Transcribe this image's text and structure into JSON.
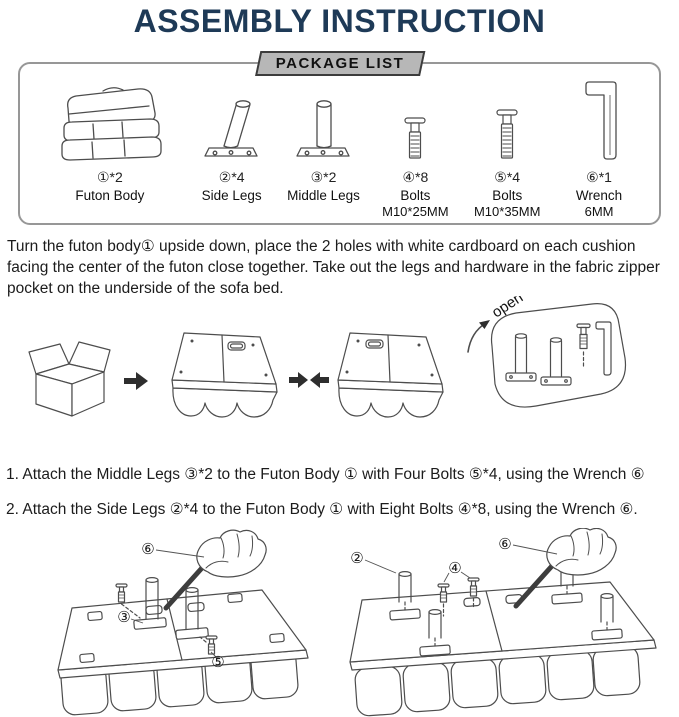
{
  "title": "ASSEMBLY INSTRUCTION",
  "package_list": {
    "header": "PACKAGE LIST",
    "items": [
      {
        "count": "①*2",
        "label": "Futon Body",
        "sublabel": ""
      },
      {
        "count": "②*4",
        "label": "Side Legs",
        "sublabel": ""
      },
      {
        "count": "③*2",
        "label": "Middle Legs",
        "sublabel": ""
      },
      {
        "count": "④*8",
        "label": "Bolts",
        "sublabel": "M10*25MM"
      },
      {
        "count": "⑤*4",
        "label": "Bolts",
        "sublabel": "M10*35MM"
      },
      {
        "count": "⑥*1",
        "label": "Wrench",
        "sublabel": "6MM"
      }
    ]
  },
  "intro_text": "Turn the futon body① upside down, place the 2 holes with white cardboard on each cushion facing the center of the futon close together. Take out the legs and hardware in the fabric zipper pocket on the underside of the sofa bed.",
  "diagram": {
    "open_label": "open"
  },
  "steps": [
    {
      "text": "1. Attach the Middle Legs ③*2 to the Futon Body ① with Four Bolts ⑤*4, using the Wrench ⑥"
    },
    {
      "text": "2. Attach the Side Legs ②*4 to the Futon Body ① with Eight Bolts ④*8, using the Wrench ⑥."
    }
  ],
  "assembly": {
    "left": {
      "wrench": "⑥",
      "leg": "③",
      "bolt": "⑤"
    },
    "right": {
      "leg": "②",
      "bolt": "④",
      "wrench": "⑥"
    }
  },
  "colors": {
    "title_text": "#1e3a57",
    "package_header_bg": "#b7b7b7",
    "line_art": "#4d4d4d"
  }
}
